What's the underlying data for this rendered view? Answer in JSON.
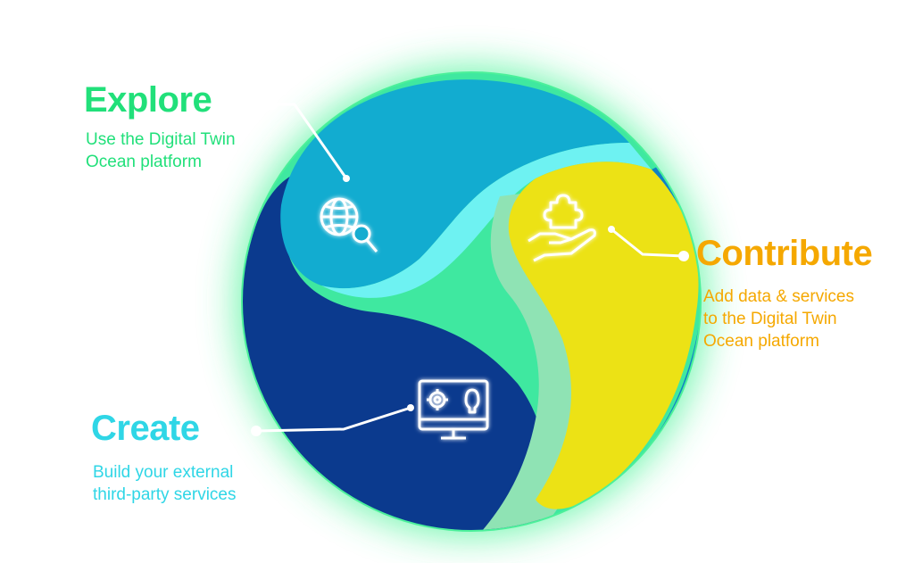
{
  "colors": {
    "explore": "#21e07a",
    "contribute": "#f5a800",
    "create": "#2fd6e6",
    "glow": "#38f28d",
    "light_blue": "#12acd0",
    "cyan_wave": "#6ef2f2",
    "dark_blue": "#0b3a8e",
    "yellow": "#ece215",
    "line": "#ffffff"
  },
  "segments": [
    {
      "id": "explore",
      "title": "Explore",
      "description": [
        "Use the Digital Twin",
        "Ocean platform"
      ],
      "icon": "globe-search-icon"
    },
    {
      "id": "contribute",
      "title": "Contribute",
      "description": [
        "Add data & services",
        "to the Digital Twin",
        "Ocean platform"
      ],
      "icon": "hand-puzzle-icon"
    },
    {
      "id": "create",
      "title": "Create",
      "description": [
        "Build your external",
        "third-party services"
      ],
      "icon": "monitor-gear-bulb-icon"
    }
  ]
}
